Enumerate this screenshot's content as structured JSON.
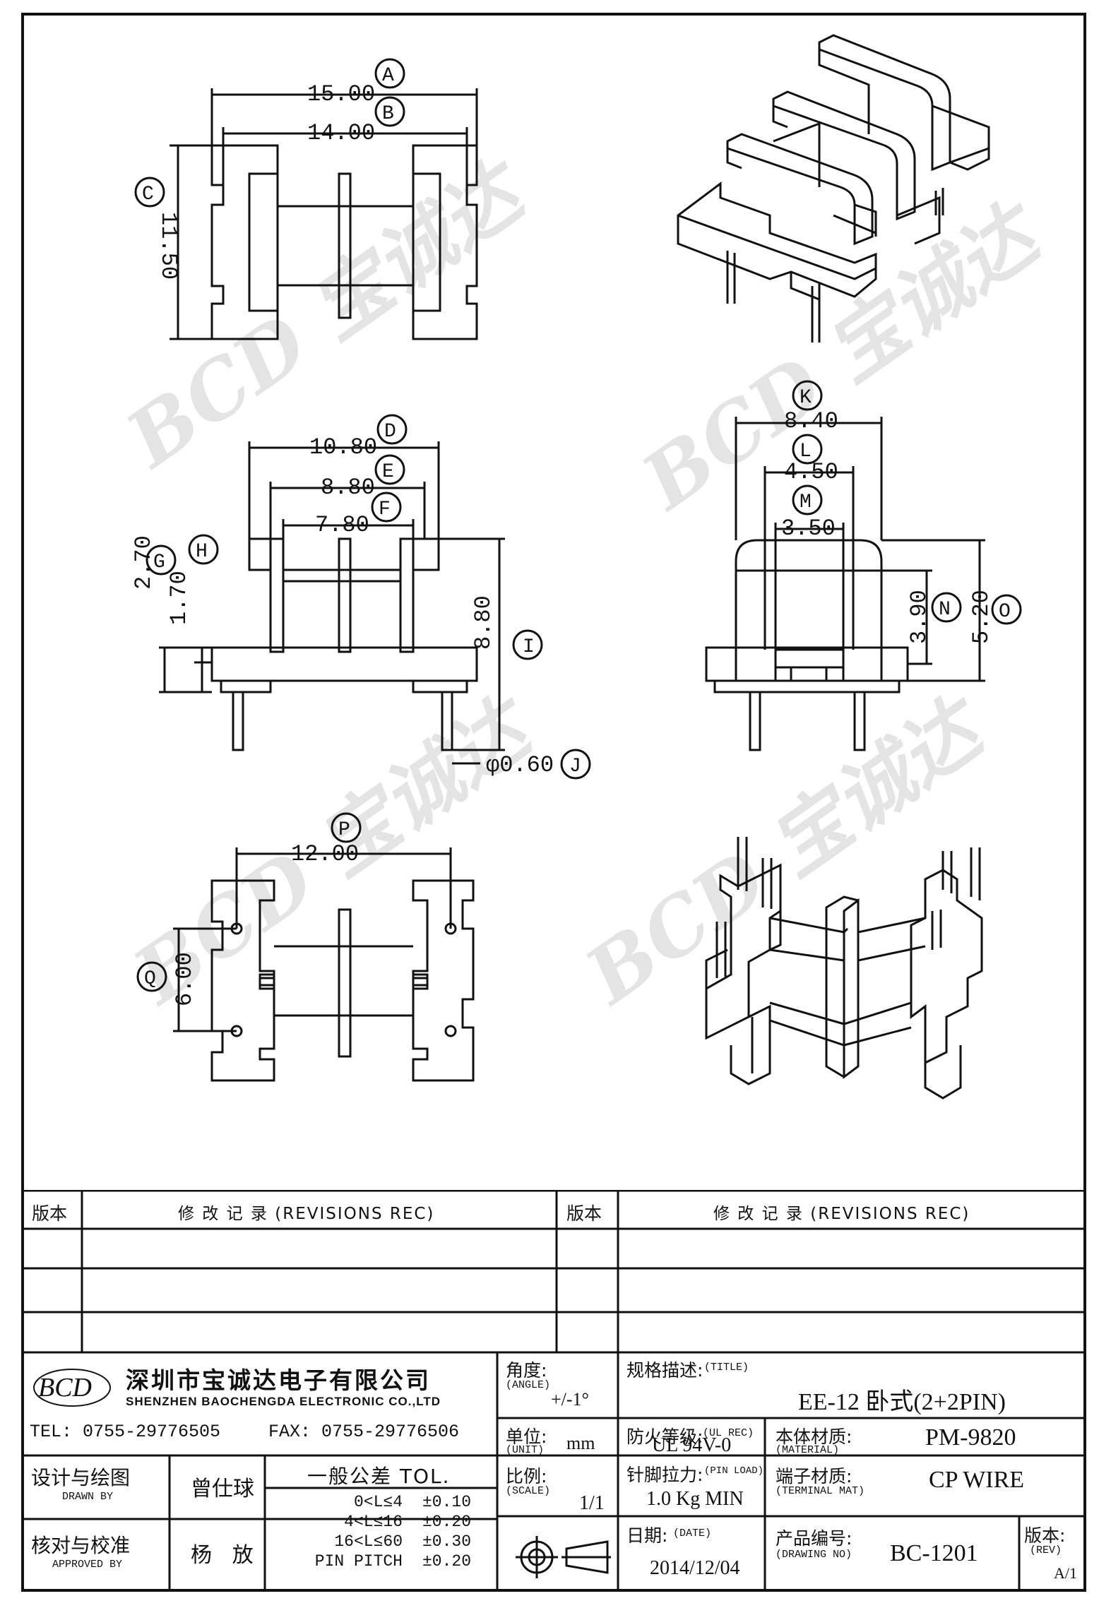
{
  "views": {
    "top": {
      "dim_a": "15.00",
      "dim_b": "14.00",
      "dim_c": "11.50",
      "labels": [
        "A",
        "B",
        "C"
      ]
    },
    "front": {
      "dim_d": "10.80",
      "dim_e": "8.80",
      "dim_f": "7.80",
      "dim_g": "2.70",
      "dim_h": "1.70",
      "dim_i": "8.80",
      "dim_j": "φ0.60",
      "labels": [
        "D",
        "E",
        "F",
        "G",
        "H",
        "I",
        "J"
      ]
    },
    "side": {
      "dim_k": "8.40",
      "dim_l": "4.50",
      "dim_m": "3.50",
      "dim_n": "3.90",
      "dim_o": "5.20",
      "labels": [
        "K",
        "L",
        "M",
        "N",
        "O"
      ]
    },
    "bottom": {
      "dim_p": "12.00",
      "dim_q": "6.00",
      "labels": [
        "P",
        "Q"
      ]
    }
  },
  "revisions": {
    "header_ver": "版本",
    "header_rec": "修 改 记 录 (REVISIONS REC)",
    "rows": [
      [
        "",
        ""
      ],
      [
        "",
        ""
      ]
    ]
  },
  "company": {
    "logo": "BCD",
    "name_cn": "深圳市宝诚达电子有限公司",
    "name_en": "SHENZHEN BAOCHENGDA ELECTRONIC CO.,LTD",
    "tel": "TEL: 0755-29776505",
    "fax": "FAX: 0755-29776506"
  },
  "title_block": {
    "angle_label": "角度:",
    "angle_sub": "(ANGLE)",
    "angle_value": "+/-1°",
    "title_label": "规格描述:",
    "title_sub": "(TITLE)",
    "title_value": "EE-12 卧式(2+2PIN)",
    "unit_label": "单位:",
    "unit_sub": "(UNIT)",
    "unit_value": "mm",
    "ul_label": "防火等级:",
    "ul_sub": "(UL REC)",
    "ul_value": "UL 94V-0",
    "material_label": "本体材质:",
    "material_sub": "(MATERIAL)",
    "material_value": "PM-9820",
    "scale_label": "比例:",
    "scale_sub": "(SCALE)",
    "scale_value": "1/1",
    "pinload_label": "针脚拉力:",
    "pinload_sub": "(PIN LOAD)",
    "pinload_value": "1.0 Kg MIN",
    "terminal_label": "端子材质:",
    "terminal_sub": "(TERMINAL MAT)",
    "terminal_value": "CP WIRE",
    "date_label": "日期:",
    "date_sub": "(DATE)",
    "date_value": "2014/12/04",
    "drawing_label": "产品编号:",
    "drawing_sub": "(DRAWING NO)",
    "drawing_value": "BC-1201",
    "rev_label": "版本:",
    "rev_sub": "(REV)",
    "rev_value": "A/1",
    "drawn_label": "设计与绘图",
    "drawn_sub": "DRAWN BY",
    "drawn_value": "曾仕球",
    "approved_label": "核对与校准",
    "approved_sub": "APPROVED BY",
    "approved_value": "杨   放",
    "tol_title": "一般公差 TOL.",
    "tolerances": [
      {
        "range": "0<L≤4",
        "value": "±0.10"
      },
      {
        "range": "4<L≤16",
        "value": "±0.20"
      },
      {
        "range": "16<L≤60",
        "value": "±0.30"
      },
      {
        "range": "PIN PITCH",
        "value": "±0.20"
      }
    ]
  },
  "watermark": "BCD 宝诚达"
}
